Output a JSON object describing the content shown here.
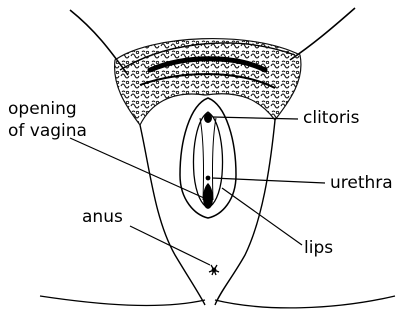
{
  "labels": {
    "opening_line1": "opening",
    "opening_line2": "of vagina",
    "clitoris": "clitoris",
    "urethra": "urethra",
    "lips": "lips",
    "anus": "anus"
  }
}
